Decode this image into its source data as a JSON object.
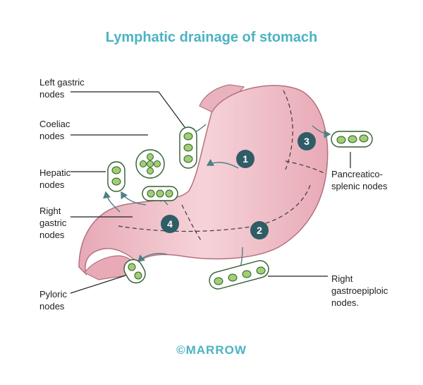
{
  "title": "Lymphatic drainage of stomach",
  "labels": {
    "left_gastric": "Left gastric\nnodes",
    "coeliac": "Coeliac\nnodes",
    "hepatic": "Hepatic\nnodes",
    "right_gastric": "Right\ngastric\nnodes",
    "pyloric": "Pyloric\nnodes",
    "pancreatico_splenic": "Pancreatico-\nsplenic nodes",
    "right_gastroepiploic": "Right\ngastroepiploic\nnodes."
  },
  "zones": [
    "1",
    "2",
    "3",
    "4"
  ],
  "logo": "©MARROW",
  "colors": {
    "title": "#4cb3c2",
    "stomach": "#f2c9d0",
    "stomach_outline": "#b5707e",
    "node_fill": "#9fcf72",
    "node_outline": "#2f5e2c",
    "zone_badge": "#2f5d66",
    "arrow": "#4f7f86"
  }
}
